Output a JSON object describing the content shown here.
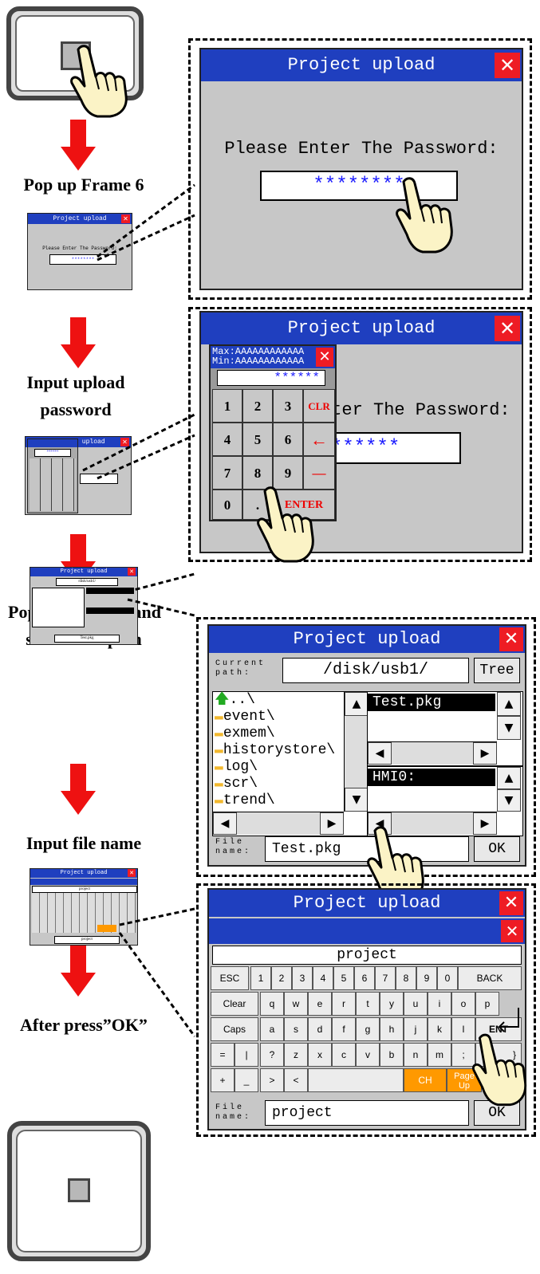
{
  "captions": {
    "step1": "Pop up Frame 6",
    "step2_line1": "Input upload",
    "step2_line2": "password",
    "step3_line1": "Pop up Frame 5 and",
    "step3_line2": "select save path",
    "step4": "Input file name",
    "step5": "After press”OK”"
  },
  "dialog": {
    "title": "Project upload",
    "close": "✕",
    "prompt": "Please Enter The Password:",
    "password_masked": "********"
  },
  "numpad": {
    "max_label": "Max:AAAAAAAAAAAA",
    "min_label": "Min:AAAAAAAAAAAA",
    "display": "******",
    "keys": [
      "1",
      "2",
      "3",
      "CLR",
      "4",
      "5",
      "6",
      "←",
      "7",
      "8",
      "9",
      "—",
      "0",
      ".",
      "ENTER"
    ]
  },
  "file_dialog": {
    "current_path_label": "Current path:",
    "path_value": "/disk/usb1/",
    "tree_button": "Tree",
    "folders": [
      "..\\",
      "event\\",
      "exmem\\",
      "historystore\\",
      "log\\",
      "scr\\",
      "trend\\"
    ],
    "file_list": [
      "Test.pkg"
    ],
    "drive_list": [
      "HMI0:"
    ],
    "filename_label": "File name:",
    "filename_value": "Test.pkg",
    "ok_button": "OK"
  },
  "keyboard": {
    "input_value": "project",
    "row1": [
      "ESC",
      "1",
      "2",
      "3",
      "4",
      "5",
      "6",
      "7",
      "8",
      "9",
      "0",
      "BACK"
    ],
    "row2": [
      "Clear",
      "q",
      "w",
      "e",
      "r",
      "t",
      "y",
      "u",
      "i",
      "o",
      "p"
    ],
    "row3": [
      "Caps",
      "a",
      "s",
      "d",
      "f",
      "g",
      "h",
      "j",
      "k",
      "l",
      "ENT"
    ],
    "row4": [
      "=",
      "|",
      "?",
      "z",
      "x",
      "c",
      "v",
      "b",
      "n",
      "m",
      ";",
      "}"
    ],
    "row5": [
      "+",
      "_",
      ">",
      "<",
      "CH",
      "Page Up"
    ],
    "filename_value": "project"
  },
  "colors": {
    "arrow": "#ee1111",
    "title_bar": "#1f3fbf",
    "close_button": "#ee1c24",
    "dialog_bg": "#c7c7c7",
    "password_text": "#1a1aff",
    "highlight_key": "#ff9900",
    "numpad_red": "#ee0000"
  }
}
